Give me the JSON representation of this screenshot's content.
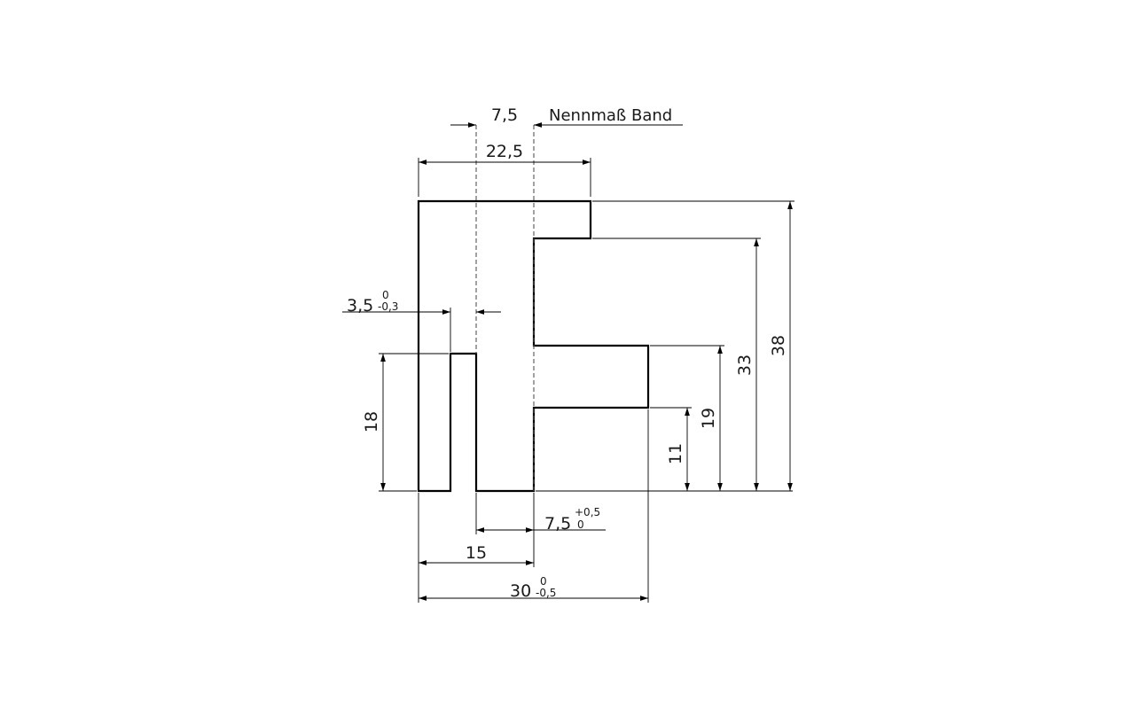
{
  "note": "Nennmaß Band",
  "dimensions": {
    "band_width": {
      "value": "7,5"
    },
    "top_width": {
      "value": "22,5"
    },
    "slot_width": {
      "value": "3,5",
      "tol_upper": "0",
      "tol_lower": "-0,3"
    },
    "left_height": {
      "value": "18"
    },
    "groove_width": {
      "value": "7,5",
      "tol_upper": "+0,5",
      "tol_lower": "0"
    },
    "offset_15": {
      "value": "15"
    },
    "total_width": {
      "value": "30",
      "tol_upper": "0",
      "tol_lower": "-0,5"
    },
    "height_11": {
      "value": "11"
    },
    "height_19": {
      "value": "19"
    },
    "height_33": {
      "value": "33"
    },
    "height_38": {
      "value": "38"
    }
  }
}
